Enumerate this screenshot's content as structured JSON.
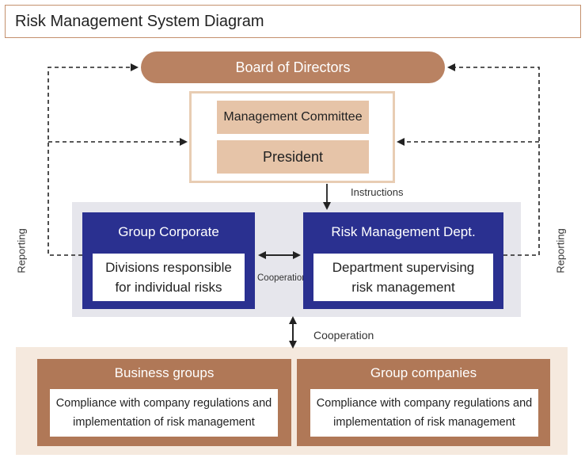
{
  "title": "Risk Management System Diagram",
  "board": "Board of Directors",
  "management_committee": "Management Committee",
  "president": "President",
  "instructions_label": "Instructions",
  "reporting_left": "Reporting",
  "reporting_right": "Reporting",
  "group_corporate": {
    "title": "Group Corporate",
    "inner_line1": "Divisions responsible",
    "inner_line2": "for individual risks"
  },
  "cooperation_inner": "Cooperation",
  "risk_mgmt_dept": {
    "title": "Risk Management Dept.",
    "inner_line1": "Department supervising",
    "inner_line2": "risk management"
  },
  "cooperation_outer": "Cooperation",
  "business_groups": {
    "title": "Business groups",
    "inner_line1": "Compliance with company regulations and",
    "inner_line2": "implementation of risk management"
  },
  "group_companies": {
    "title": "Group companies",
    "inner_line1": "Compliance with company regulations and",
    "inner_line2": "implementation of risk management"
  },
  "colors": {
    "board_brown": "#b98262",
    "blue": "#2a3090",
    "tan": "#e6c4a8",
    "dark_brown": "#b07857",
    "beige": "#f5e9de",
    "grey": "#e6e6ec"
  }
}
